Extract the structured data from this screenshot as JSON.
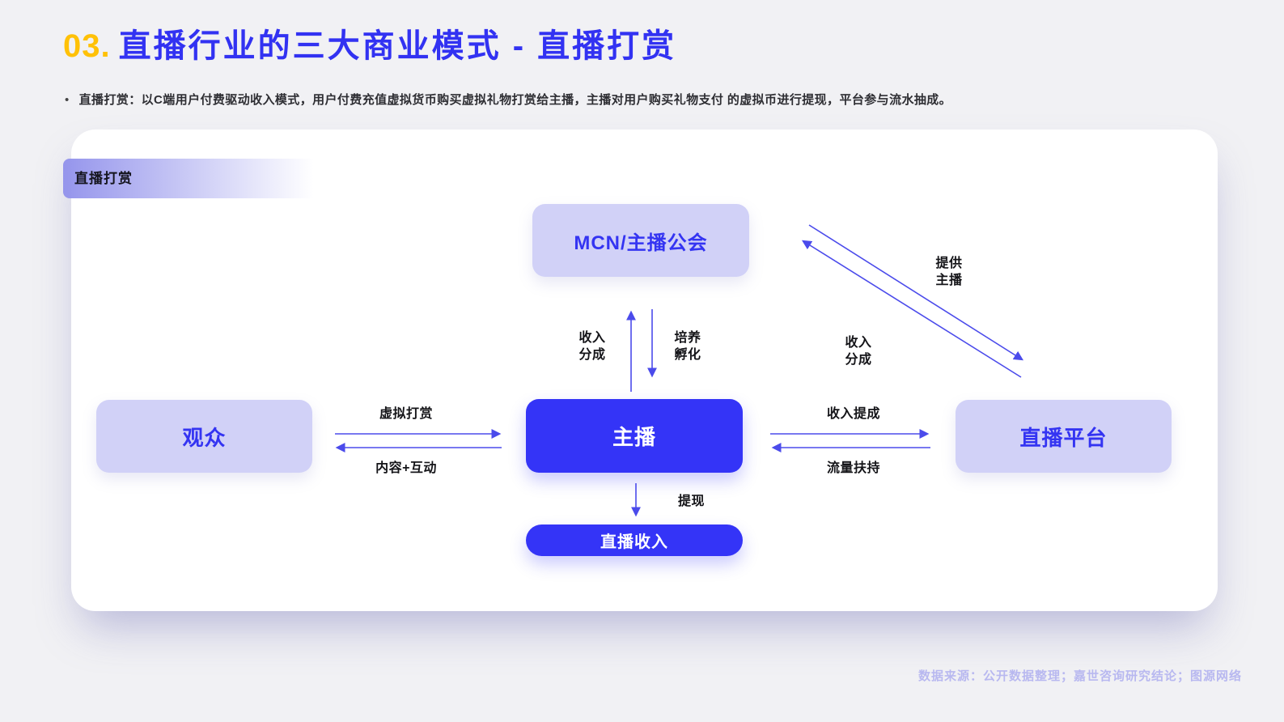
{
  "slide": {
    "title": {
      "number": "03.",
      "text": "直播行业的三大商业模式 - 直播打赏"
    },
    "bullet": {
      "marker": "•",
      "text": "直播打赏：以C端用户付费驱动收入模式，用户付费充值虚拟货币购买虚拟礼物打赏给主播，主播对用户购买礼物支付 的虚拟币进行提现，平台参与流水抽成。"
    },
    "footer": "数据来源：公开数据整理；嘉世咨询研究结论；图源网络"
  },
  "diagram": {
    "tag": "直播打赏",
    "nodes": {
      "mcn": {
        "label": "MCN/主播公会"
      },
      "audience": {
        "label": "观众"
      },
      "streamer": {
        "label": "主播"
      },
      "platform": {
        "label": "直播平台"
      },
      "income": {
        "label": "直播收入"
      }
    },
    "labels": {
      "revenue_share_mcn": "收入\n分成",
      "cultivate_incubate": "培养\n孵化",
      "provide_streamer": "提供\n主播",
      "revenue_share_platform": "收入\n分成",
      "virtual_tipping": "虚拟打赏",
      "content_interaction": "内容+互动",
      "revenue_commission": "收入提成",
      "traffic_support": "流量扶持",
      "withdraw": "提现"
    }
  },
  "colors": {
    "title_number": "#FFC107",
    "title_text": "#3232F2",
    "node_light_bg": "#D1D1F7",
    "node_solid_bg": "#3434F7",
    "node_light_text": "#3434F2",
    "arrow": "#4B4BEB",
    "tag_gradient_start": "#9595EC",
    "footer_text": "#B8B8F0",
    "page_bg": "#F1F1F4",
    "card_bg": "#FFFFFF"
  }
}
